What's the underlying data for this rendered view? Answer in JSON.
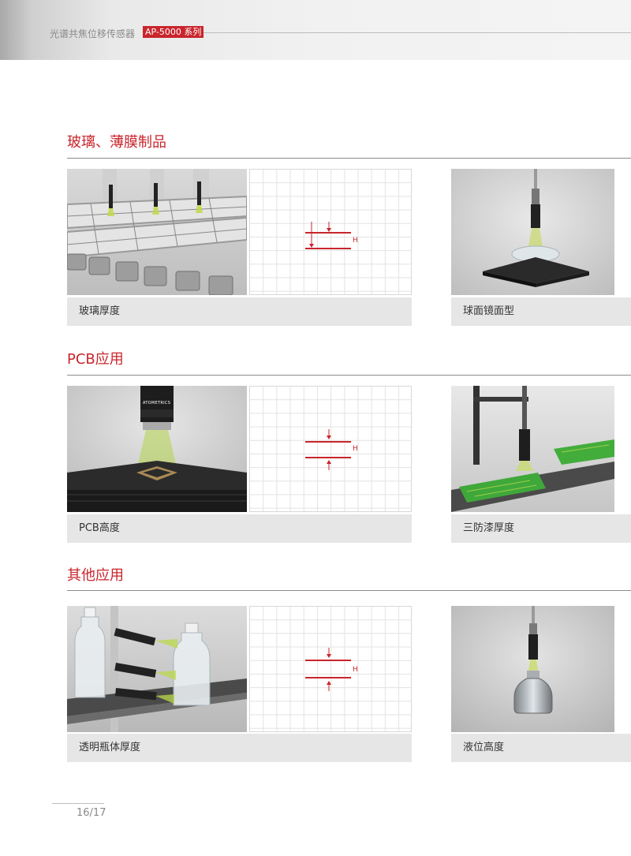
{
  "header": {
    "title": "光谱共焦位移传感器",
    "badge": "AP-5000 系列"
  },
  "sections": [
    {
      "title": "玻璃、薄膜制品",
      "captions": [
        "玻璃厚度",
        "球面镜面型"
      ],
      "diagram_label": "H"
    },
    {
      "title": "PCB应用",
      "captions": [
        "PCB高度",
        "三防漆厚度"
      ],
      "diagram_label": "H",
      "sensor_brand": "ATOMETRICS"
    },
    {
      "title": "其他应用",
      "captions": [
        "透明瓶体厚度",
        "液位高度"
      ],
      "diagram_label": "H"
    }
  ],
  "footer": {
    "page": "16/17"
  },
  "colors": {
    "accent": "#c9252c",
    "caption_bg": "#e6e6e6",
    "rule": "#8c8c8c"
  }
}
